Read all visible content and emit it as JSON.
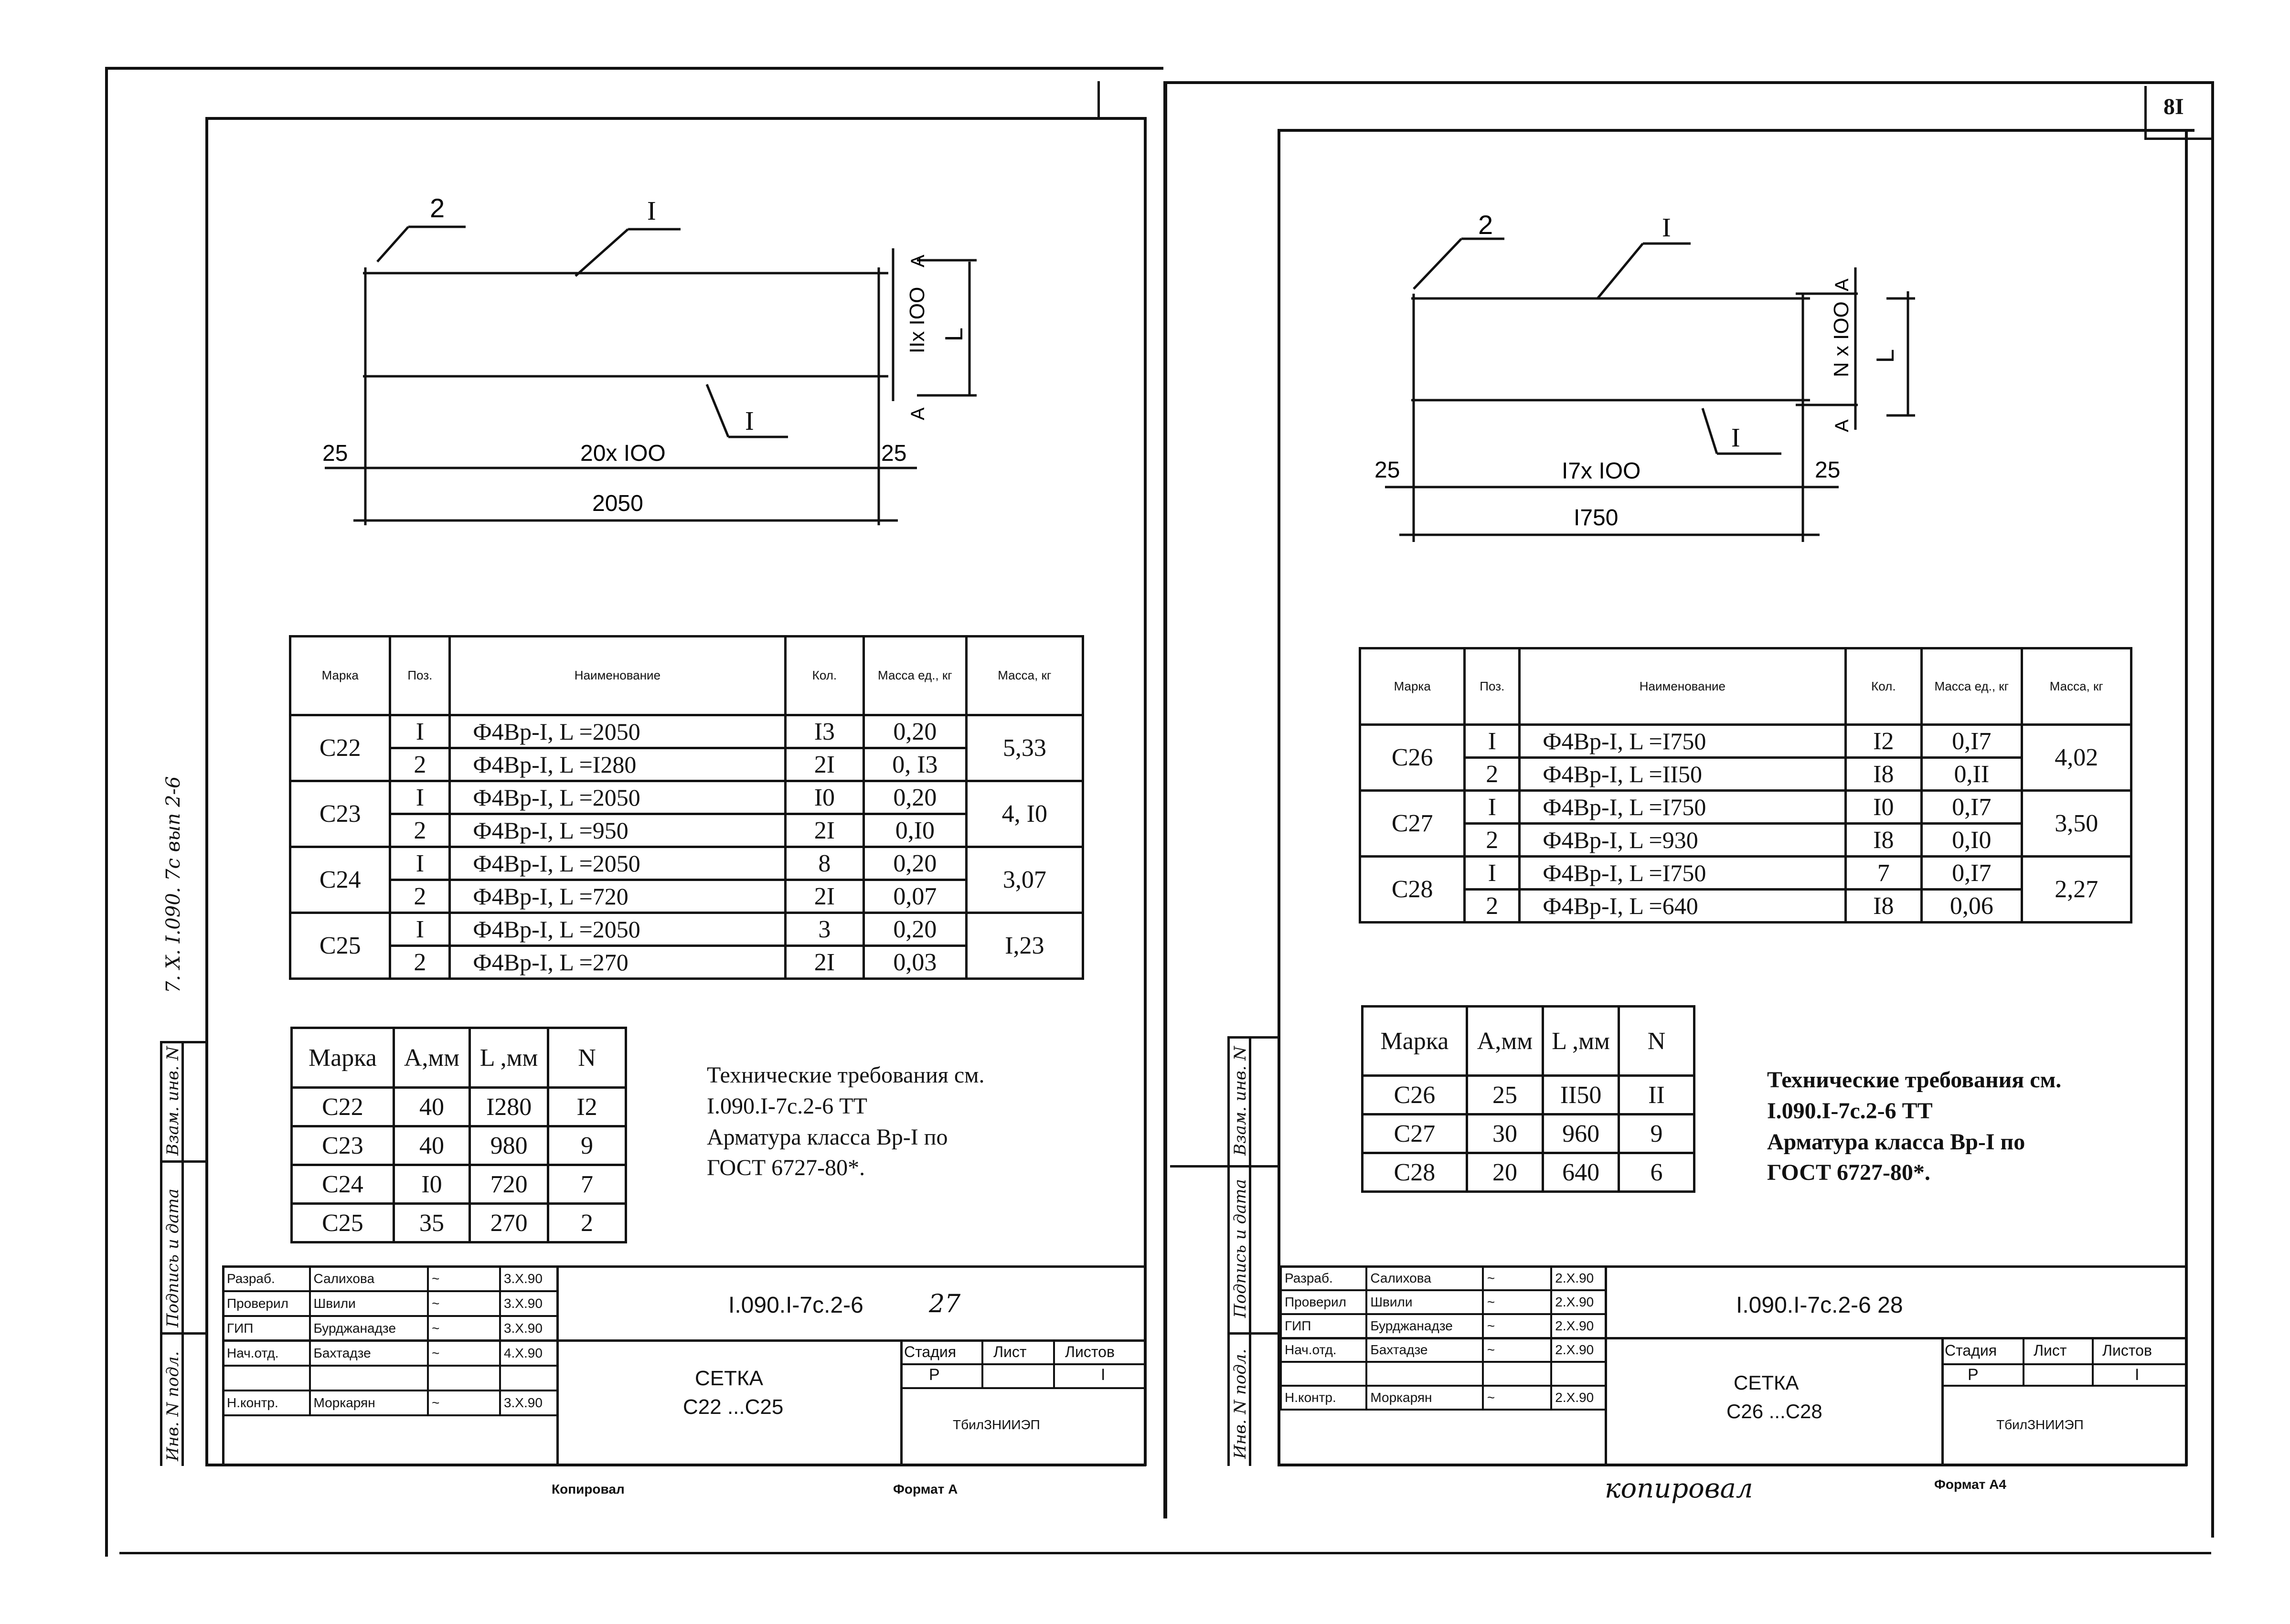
{
  "page_number": "8I",
  "left": {
    "drawing": {
      "leader_2": "2",
      "leader_1_top": "I",
      "leader_1_bottom": "I",
      "dim_a_top": "A",
      "dim_n": "IIx IOO",
      "dim_l": "L",
      "dim_a_bottom": "A",
      "dim_25_left": "25",
      "dim_span": "20x IOO",
      "dim_25_right": "25",
      "dim_total": "2050"
    },
    "spec_table": {
      "headers": {
        "mark": "Марка",
        "pos": "Поз.",
        "name": "Наименование",
        "qty": "Кол.",
        "unit_mass": "Масса ед., кг",
        "mass": "Масса, кг"
      },
      "groups": [
        {
          "mark": "C22",
          "mass": "5,33",
          "rows": [
            {
              "pos": "I",
              "name": "Ф4Вр-I,  L =2050",
              "qty": "I3",
              "unit_mass": "0,20"
            },
            {
              "pos": "2",
              "name": "Ф4Вр-I,  L =I280",
              "qty": "2I",
              "unit_mass": "0, I3"
            }
          ]
        },
        {
          "mark": "C23",
          "mass": "4, I0",
          "rows": [
            {
              "pos": "I",
              "name": "Ф4Вр-I,  L =2050",
              "qty": "I0",
              "unit_mass": "0,20"
            },
            {
              "pos": "2",
              "name": "Ф4Вр-I,  L =950",
              "qty": "2I",
              "unit_mass": "0,I0"
            }
          ]
        },
        {
          "mark": "C24",
          "mass": "3,07",
          "rows": [
            {
              "pos": "I",
              "name": "Ф4Вр-I,  L =2050",
              "qty": "8",
              "unit_mass": "0,20"
            },
            {
              "pos": "2",
              "name": "Ф4Вр-I,  L =720",
              "qty": "2I",
              "unit_mass": "0,07"
            }
          ]
        },
        {
          "mark": "C25",
          "mass": "I,23",
          "rows": [
            {
              "pos": "I",
              "name": "Ф4Вр-I,  L =2050",
              "qty": "3",
              "unit_mass": "0,20"
            },
            {
              "pos": "2",
              "name": "Ф4Вр-I,  L =270",
              "qty": "2I",
              "unit_mass": "0,03"
            }
          ]
        }
      ]
    },
    "small_table": {
      "headers": [
        "Марка",
        "A,мм",
        "L ,мм",
        "N"
      ],
      "rows": [
        [
          "C22",
          "40",
          "I280",
          "I2"
        ],
        [
          "C23",
          "40",
          "980",
          "9"
        ],
        [
          "C24",
          "I0",
          "720",
          "7"
        ],
        [
          "C25",
          "35",
          "270",
          "2"
        ]
      ]
    },
    "requirements": [
      "Технические требования см.",
      "I.090.I-7c.2-6 ТТ",
      "Арматура класса Вр-I по",
      "ГОСТ 6727-80*."
    ],
    "stamp": {
      "roles": [
        "Разраб.",
        "Проверил",
        "ГИП",
        "Нач.отд.",
        "",
        "Н.контр."
      ],
      "names": [
        "Салихова",
        "Швили",
        "Бурджанадзе",
        "Бахтадзе",
        "",
        "Моркарян"
      ],
      "dates": [
        "3.X.90",
        "3.X.90",
        "3.X.90",
        "4.X.90",
        "",
        "3.X.90"
      ],
      "code": "I.090.I-7c.2-6",
      "sheet_hand": "27",
      "title": "СЕТКА",
      "subtitle": "C22 ...C25",
      "stage_label": "Стадия",
      "sheet_label": "Лист",
      "sheets_label": "Листов",
      "stage_value": "Р",
      "sheets_value": "I",
      "org": "ТбилЗНИИЭП"
    },
    "bottom_copy": "Копировал",
    "bottom_format": "Формат А"
  },
  "margin_labels": {
    "inv_podl": "Инв. N подл.",
    "podpis_data": "Подпись и дата",
    "vzam_inv": "Взам. инв. N",
    "side_code": "7. X. I.090.  7c вып 2-6"
  },
  "right": {
    "drawing": {
      "leader_2": "2",
      "leader_1_top": "I",
      "leader_1_bottom": "I",
      "dim_a_top": "A",
      "dim_n": "N x IOO",
      "dim_l": "L",
      "dim_a_bottom": "A",
      "dim_25_left": "25",
      "dim_span": "I7x IOO",
      "dim_25_right": "25",
      "dim_total": "I750"
    },
    "spec_table": {
      "headers": {
        "mark": "Марка",
        "pos": "Поз.",
        "name": "Наименование",
        "qty": "Кол.",
        "unit_mass": "Масса ед., кг",
        "mass": "Масса, кг"
      },
      "groups": [
        {
          "mark": "C26",
          "mass": "4,02",
          "rows": [
            {
              "pos": "I",
              "name": "Ф4Вр-I,  L =I750",
              "qty": "I2",
              "unit_mass": "0,I7"
            },
            {
              "pos": "2",
              "name": "Ф4Вр-I,  L =II50",
              "qty": "I8",
              "unit_mass": "0,II"
            }
          ]
        },
        {
          "mark": "C27",
          "mass": "3,50",
          "rows": [
            {
              "pos": "I",
              "name": "Ф4Вр-I,  L =I750",
              "qty": "I0",
              "unit_mass": "0,I7"
            },
            {
              "pos": "2",
              "name": "Ф4Вр-I,  L =930",
              "qty": "I8",
              "unit_mass": "0,I0"
            }
          ]
        },
        {
          "mark": "C28",
          "mass": "2,27",
          "rows": [
            {
              "pos": "I",
              "name": "Ф4Вр-I,  L =I750",
              "qty": "7",
              "unit_mass": "0,I7"
            },
            {
              "pos": "2",
              "name": "Ф4Вр-I,  L =640",
              "qty": "I8",
              "unit_mass": "0,06"
            }
          ]
        }
      ]
    },
    "small_table": {
      "headers": [
        "Марка",
        "A,мм",
        "L ,мм",
        "N"
      ],
      "rows": [
        [
          "C26",
          "25",
          "II50",
          "II"
        ],
        [
          "C27",
          "30",
          "960",
          "9"
        ],
        [
          "C28",
          "20",
          "640",
          "6"
        ]
      ]
    },
    "requirements": [
      "Технические требования см.",
      "I.090.I-7c.2-6 ТТ",
      "Арматура класса Вр-I по",
      "ГОСТ 6727-80*."
    ],
    "stamp": {
      "roles": [
        "Разраб.",
        "Проверил",
        "ГИП",
        "Нач.отд.",
        "",
        "Н.контр."
      ],
      "names": [
        "Салихова",
        "Швили",
        "Бурджанадзе",
        "Бахтадзе",
        "",
        "Моркарян"
      ],
      "dates": [
        "2.X.90",
        "2.X.90",
        "2.X.90",
        "2.X.90",
        "",
        "2.X.90"
      ],
      "code": "I.090.I-7c.2-6 28",
      "title": "СЕТКА",
      "subtitle": "C26 ...C28",
      "stage_label": "Стадия",
      "sheet_label": "Лист",
      "sheets_label": "Листов",
      "stage_value": "Р",
      "sheets_value": "I",
      "org": "ТбилЗНИИЭП"
    },
    "bottom_copy": "копировал",
    "bottom_format": "Формат А4"
  }
}
